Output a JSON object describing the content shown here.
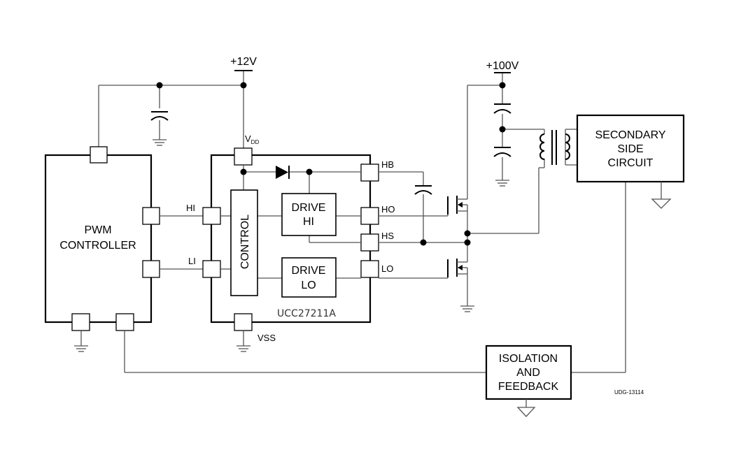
{
  "rails": {
    "vcc": "+12V",
    "hv": "+100V"
  },
  "blocks": {
    "pwm": [
      "PWM",
      "CONTROLLER"
    ],
    "control": "CONTROL",
    "drive_hi": [
      "DRIVE",
      "HI"
    ],
    "drive_lo": [
      "DRIVE",
      "LO"
    ],
    "secondary": [
      "SECONDARY",
      "SIDE",
      "CIRCUIT"
    ],
    "isolation": [
      "ISOLATION",
      "AND",
      "FEEDBACK"
    ]
  },
  "chip_name": "UCC27211A",
  "pins": {
    "vdd_main": "V",
    "vdd_sub": "DD",
    "vss": "VSS",
    "hb": "HB",
    "ho": "HO",
    "hs": "HS",
    "lo": "LO",
    "hi": "HI",
    "li": "LI"
  },
  "figure_id": "UDG-13114"
}
